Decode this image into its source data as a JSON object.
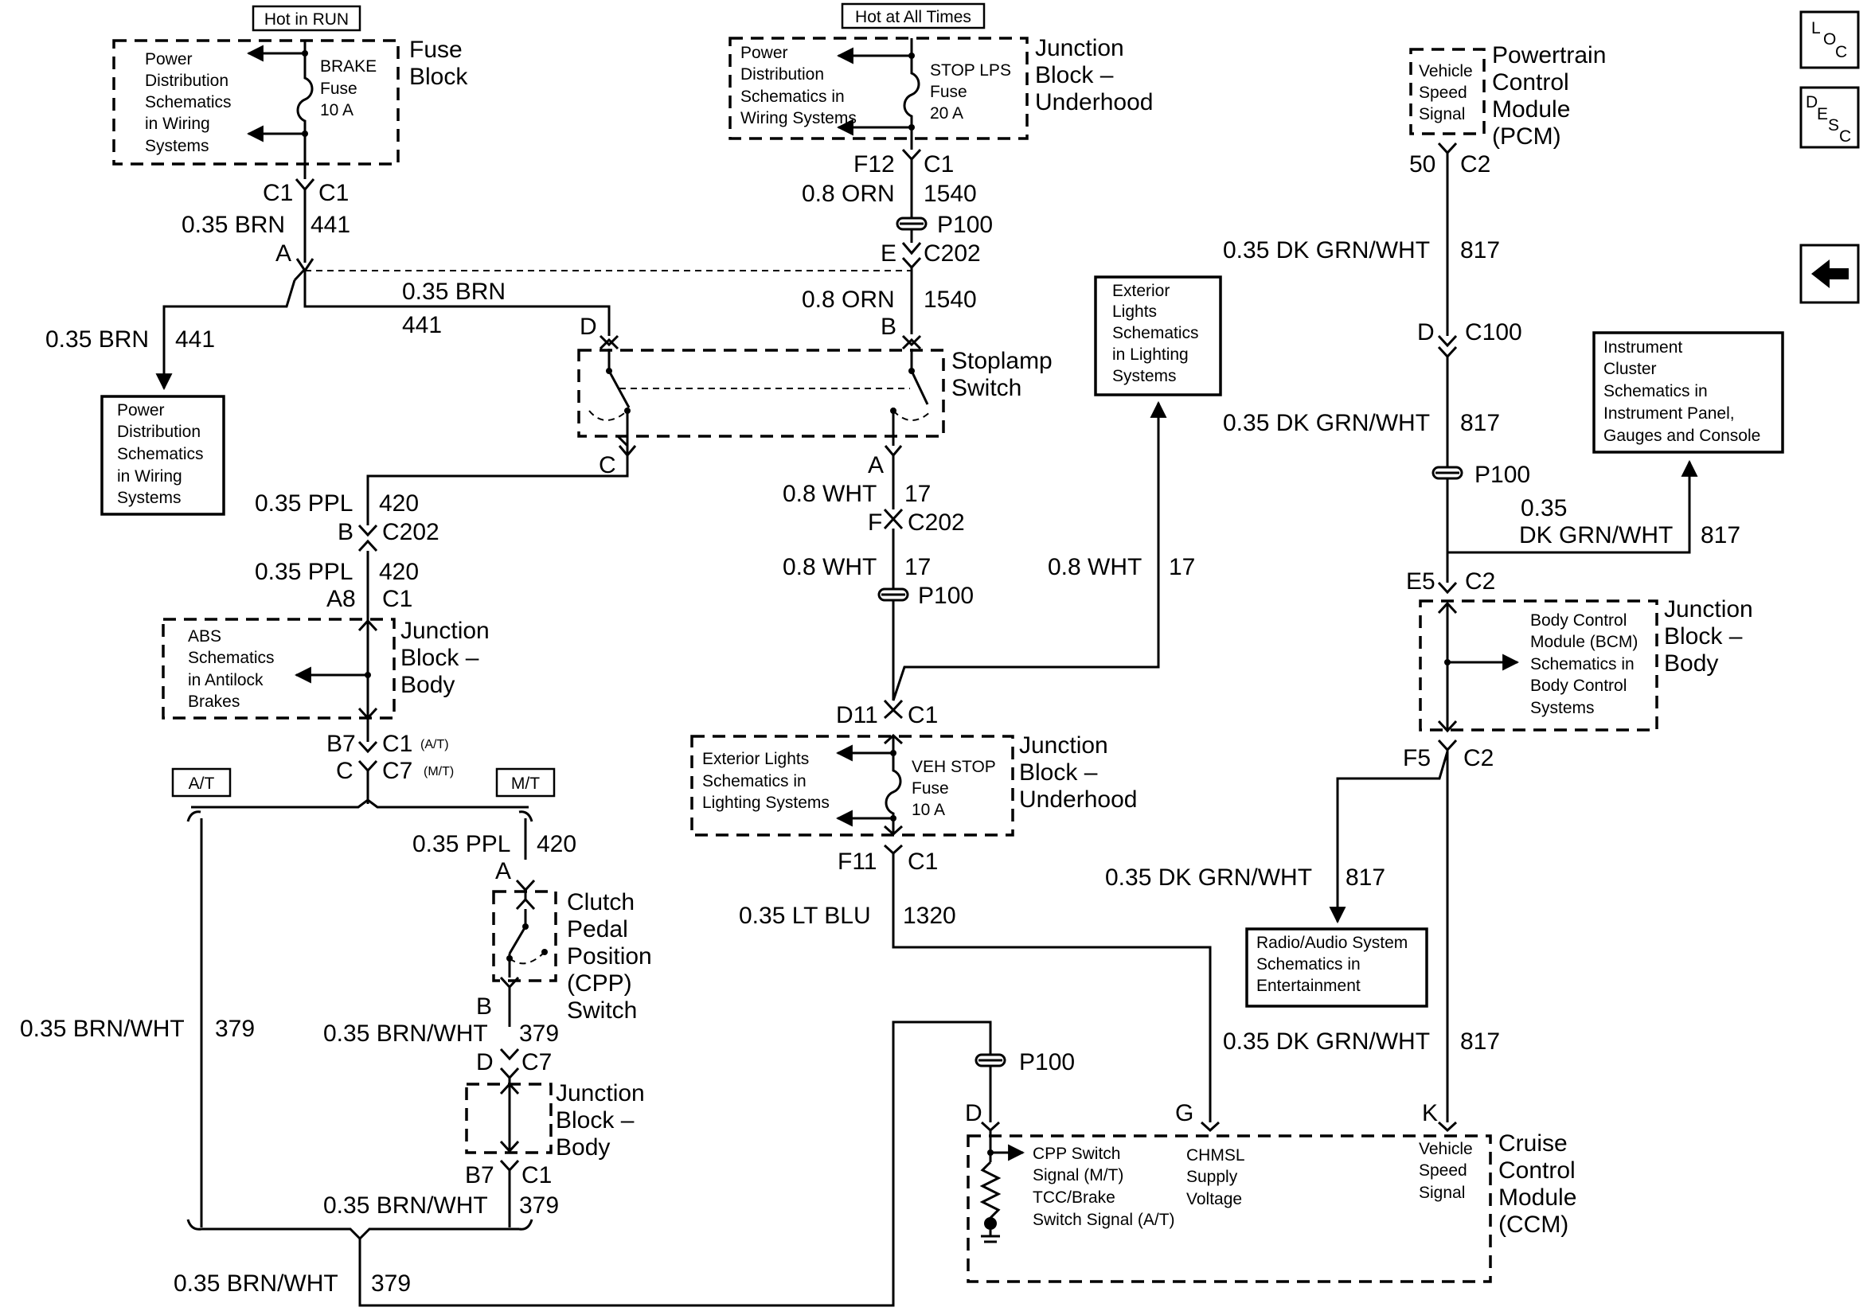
{
  "labels": {
    "hot_run": "Hot in RUN",
    "hot_all": "Hot at All Times",
    "at": "A/T",
    "mt": "M/T",
    "fuse_block": [
      "Fuse",
      "Block"
    ],
    "jb_underhood": [
      "Junction",
      "Block –",
      "Underhood"
    ],
    "jb_body": [
      "Junction",
      "Block –",
      "Body"
    ],
    "pcm": [
      "Powertrain",
      "Control",
      "Module",
      "(PCM)"
    ],
    "stoplamp_switch": [
      "Stoplamp",
      "Switch"
    ],
    "cpp_switch": [
      "Clutch",
      "Pedal",
      "Position",
      "(CPP)",
      "Switch"
    ],
    "ccm": [
      "Cruise",
      "Control",
      "Module",
      "(CCM)"
    ]
  },
  "boxes": {
    "pd_top": [
      "Power",
      "Distribution",
      "Schematics",
      "in Wiring",
      "Systems"
    ],
    "brake_fuse": [
      "BRAKE",
      "Fuse",
      "10 A"
    ],
    "pd_stop": [
      "Power",
      "Distribution",
      "Schematics in",
      "Wiring Systems"
    ],
    "stop_fuse": [
      "STOP LPS",
      "Fuse",
      "20 A"
    ],
    "vss_pcm": [
      "Vehicle",
      "Speed",
      "Signal"
    ],
    "pd_left": [
      "Power",
      "Distribution",
      "Schematics",
      "in Wiring",
      "Systems"
    ],
    "ext_lights": [
      "Exterior",
      "Lights",
      "Schematics",
      "in Lighting",
      "Systems"
    ],
    "ic": [
      "Instrument",
      "Cluster",
      "Schematics in",
      "Instrument Panel,",
      "Gauges and Console"
    ],
    "abs": [
      "ABS",
      "Schematics",
      "in Antilock",
      "Brakes"
    ],
    "bcm": [
      "Body Control",
      "Module (BCM)",
      "Schematics in",
      "Body Control",
      "Systems"
    ],
    "ext_lights2": [
      "Exterior Lights",
      "Schematics in",
      "Lighting Systems"
    ],
    "veh_stop_fuse": [
      "VEH STOP",
      "Fuse",
      "10 A"
    ],
    "radio": [
      "Radio/Audio System",
      "Schematics in",
      "Entertainment"
    ],
    "ccm_cpp": [
      "CPP Switch",
      "Signal (M/T)",
      "TCC/Brake",
      "Switch Signal (A/T)"
    ],
    "ccm_chmsl": [
      "CHMSL",
      "Supply",
      "Voltage"
    ],
    "ccm_vss": [
      "Vehicle",
      "Speed",
      "Signal"
    ]
  },
  "connectors": {
    "c1_left": "C1",
    "c1_right": "C1",
    "pin_a_brn": "A",
    "f12": "F12",
    "c1_stop": "C1",
    "p100_a": "P100",
    "pin_e": "E",
    "c202_a": "C202",
    "pin_b_stop": "B",
    "pin_d_stop": "D",
    "pin_c_stop": "C",
    "pin_a_stop": "A",
    "pin_b_420": "B",
    "c202_b": "C202",
    "pin_f": "F",
    "c202_c": "C202",
    "a8": "A8",
    "c1_a8": "C1",
    "p100_b": "P100",
    "b7": "B7",
    "c1_at": "C1",
    "c1_at_sub": "(A/T)",
    "pin_c_mt": "C",
    "c7_mt": "C7",
    "c7_mt_sub": "(M/T)",
    "d11": "D11",
    "c1_d11": "C1",
    "f11": "F11",
    "c1_f11": "C1",
    "pin_a_cpp": "A",
    "pin_b_cpp": "B",
    "pin_d_c7": "D",
    "c7_b": "C7",
    "b7_b": "B7",
    "c1_b7b": "C1",
    "p100_c": "P100",
    "pin_d_ccm": "D",
    "pin_g_ccm": "G",
    "pin_k_ccm": "K",
    "pin_50": "50",
    "c2_pcm": "C2",
    "pin_d_c100": "D",
    "c100": "C100",
    "p100_d": "P100",
    "e5": "E5",
    "c2_e5": "C2",
    "f5": "F5",
    "c2_f5": "C2"
  },
  "wires": {
    "brn_441_size": "0.35 BRN",
    "brn_441_num": "441",
    "brn_441b_size": "0.35 BRN",
    "brn_441b_num": "441",
    "brn_441c_size": "0.35 BRN",
    "brn_441c_num": "441",
    "orn_1540_size": "0.8 ORN",
    "orn_1540_num": "1540",
    "orn_1540b_size": "0.8 ORN",
    "orn_1540b_num": "1540",
    "ppl_420a_size": "0.35 PPL",
    "ppl_420a_num": "420",
    "ppl_420b_size": "0.35 PPL",
    "ppl_420b_num": "420",
    "ppl_420c_size": "0.35 PPL",
    "ppl_420c_num": "420",
    "wht_17a_size": "0.8 WHT",
    "wht_17a_num": "17",
    "wht_17b_size": "0.8 WHT",
    "wht_17b_num": "17",
    "wht_17c_size": "0.8 WHT",
    "wht_17c_num": "17",
    "ltblu_size": "0.35 LT BLU",
    "ltblu_num": "1320",
    "bw_at_size": "0.35 BRN/WHT",
    "bw_at_num": "379",
    "bw_a_size": "0.35 BRN/WHT",
    "bw_a_num": "379",
    "bw_b_size": "0.35 BRN/WHT",
    "bw_b_num": "379",
    "bw_c_size": "0.35 BRN/WHT",
    "bw_c_num": "379",
    "dg_a_size": "0.35 DK GRN/WHT",
    "dg_a_num": "817",
    "dg_b_size": "0.35 DK GRN/WHT",
    "dg_b_num": "817",
    "dg_c_size1": "0.35",
    "dg_c_size2": "DK GRN/WHT",
    "dg_c_num": "817",
    "dg_d_size": "0.35 DK GRN/WHT",
    "dg_d_num": "817",
    "dg_e_size": "0.35 DK GRN/WHT",
    "dg_e_num": "817"
  },
  "nav": {
    "loc": [
      "L",
      "O",
      "C"
    ],
    "desc": [
      "D",
      "E",
      "S",
      "C"
    ]
  }
}
